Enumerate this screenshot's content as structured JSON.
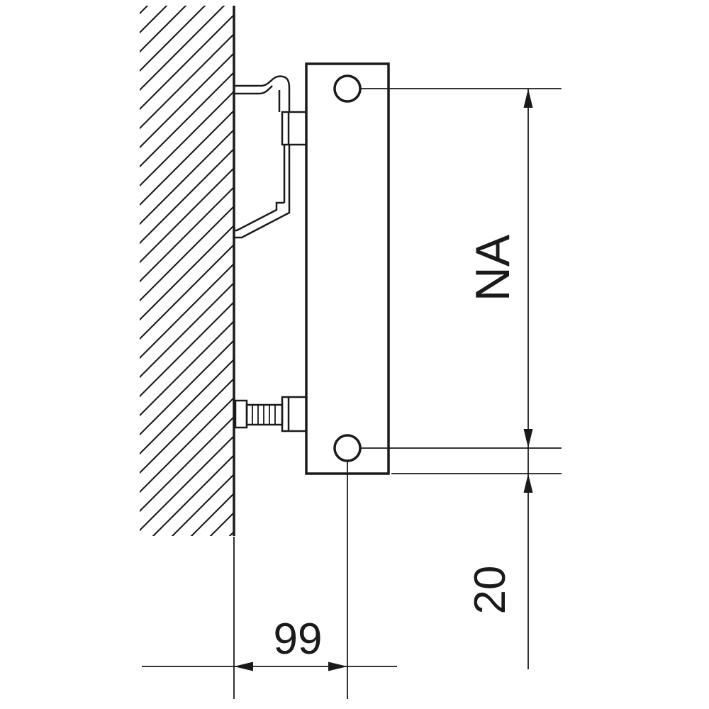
{
  "drawing": {
    "type": "technical-drawing",
    "subject": "radiator-wall-mounting-side-view",
    "labels": {
      "pipe_spacing": "NA",
      "bottom_offset": "20",
      "wall_distance": "99"
    },
    "colors": {
      "line": "#1a1a1a",
      "background": "#ffffff"
    }
  }
}
